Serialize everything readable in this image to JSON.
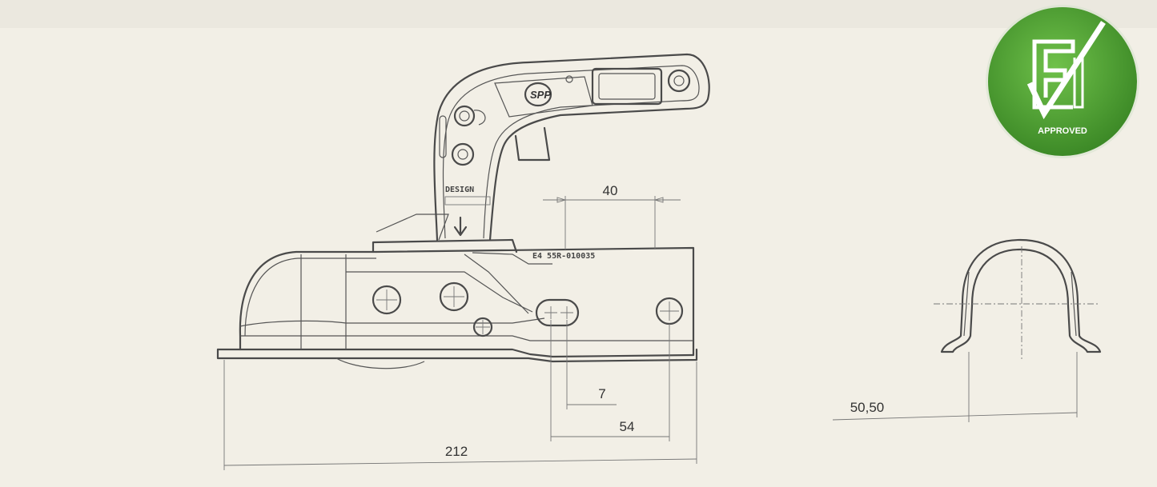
{
  "badge": {
    "label": "APPROVED",
    "color": "#4a9b2f",
    "icon": "e-approval-checkmark-icon"
  },
  "coupling": {
    "logo": "SPP",
    "stamp": "DESIGN",
    "plate": "E4 55R-010035"
  },
  "dimensions": {
    "d40": "40",
    "d7": "7",
    "d54": "54",
    "d212": "212",
    "d5050": "50,50"
  }
}
